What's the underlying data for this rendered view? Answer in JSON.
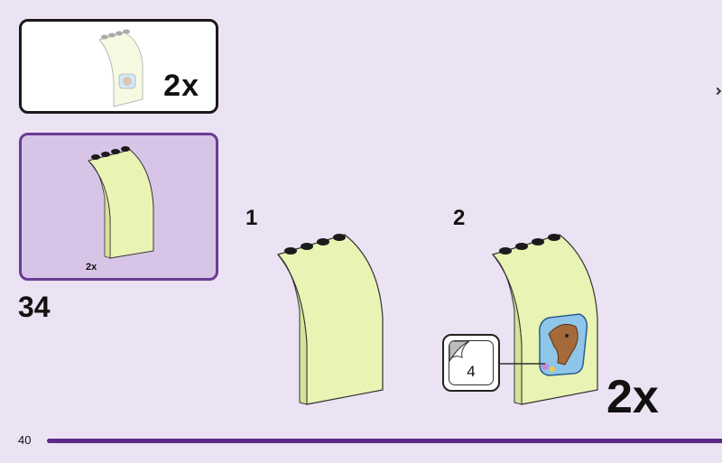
{
  "page": {
    "number": "40"
  },
  "step": {
    "number": "34"
  },
  "result_box": {
    "quantity": "2x"
  },
  "parts_box": {
    "quantity": "2x"
  },
  "sub_steps": [
    "1",
    "2"
  ],
  "sticker": {
    "number": "4"
  },
  "final_quantity": "2x",
  "colors": {
    "background": "#ebe2f3",
    "parts_box_fill": "#d7c4e6",
    "parts_box_border": "#6a3c94",
    "accent_line": "#5b2a86",
    "panel_green": "#e9f3b4",
    "stud_black": "#1b1b1b"
  },
  "icons": [
    "curved-panel-icon",
    "horse-sticker-icon",
    "sticker-peel-icon"
  ]
}
